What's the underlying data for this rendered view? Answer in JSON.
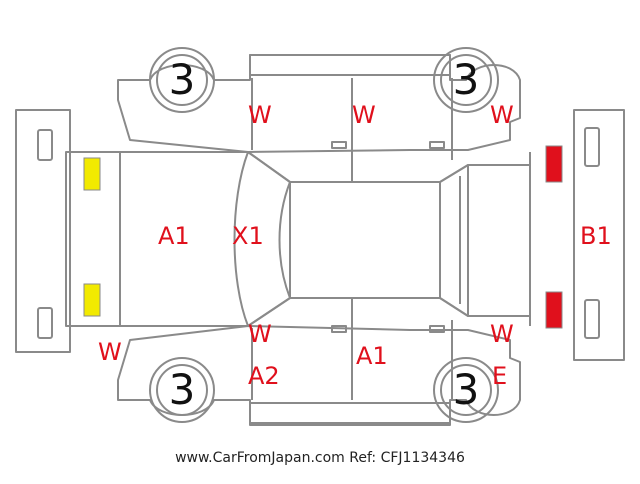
{
  "wheels": {
    "front_left": "3",
    "rear_left": "3",
    "front_right": "3",
    "rear_right": "3"
  },
  "damage_codes": {
    "hood": "A1",
    "windshield": "X1",
    "tailgate": "B1",
    "top_front_door": "W",
    "top_rear_door": "W",
    "top_rear_fender": "W",
    "front_bumper_left": "W",
    "bottom_front_door_w": "W",
    "bottom_front_door_a": "A2",
    "bottom_rear_door": "A1",
    "bottom_rear_fender_w": "W",
    "bottom_rear_fender_e": "E"
  },
  "colors": {
    "outline": "#8a8a8a",
    "code_text": "#e0101c",
    "headlight": "#f2ea00",
    "taillight": "#e0101c"
  },
  "footer": {
    "text": "www.CarFromJapan.com Ref: CFJ1134346"
  }
}
